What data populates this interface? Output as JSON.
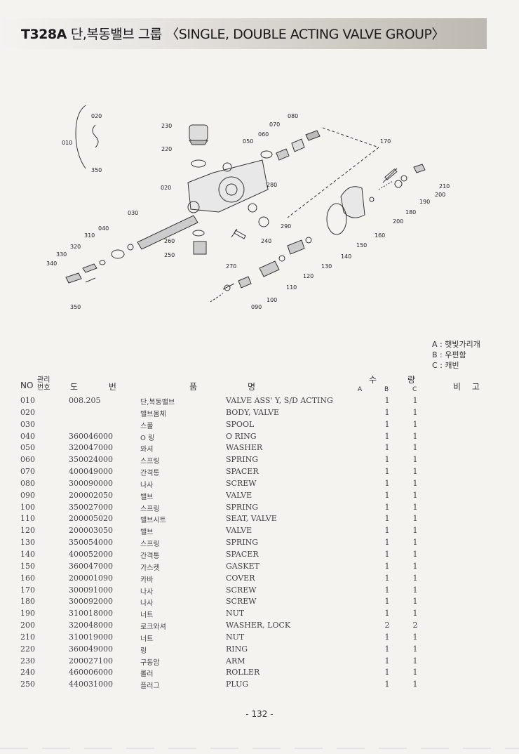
{
  "header": {
    "code": "T328A",
    "title": "단,복동밸브 그룹 〈SINGLE, DOUBLE ACTING VALVE GROUP〉"
  },
  "diagram": {
    "callouts": [
      "010",
      "020",
      "350",
      "230",
      "220",
      "020",
      "030",
      "040",
      "310",
      "320",
      "330",
      "340",
      "350",
      "260",
      "250",
      "270",
      "240",
      "290",
      "280",
      "050",
      "060",
      "070",
      "080",
      "170",
      "210",
      "200",
      "190",
      "180",
      "200",
      "160",
      "150",
      "140",
      "130",
      "120",
      "110",
      "100",
      "090"
    ],
    "icon": "exploded-valve-assembly-drawing"
  },
  "legend": {
    "a": "A : 햇빛가리개",
    "b": "B : 우편함",
    "c": "C : 캐빈"
  },
  "table": {
    "headers": {
      "no": "NO",
      "mgmt": "관리 번호",
      "drawing_no": "도 번",
      "name_left": "품",
      "name_right": "명",
      "qty": "수 량",
      "a": "A",
      "b": "B",
      "c": "C",
      "remarks": "비 고"
    },
    "rows": [
      {
        "no": "010",
        "part": "008.205",
        "kname": "단,복동밸브",
        "ename": "VALVE ASS' Y, S/D ACTING",
        "b": "1",
        "c": "1"
      },
      {
        "no": "020",
        "part": "",
        "kname": "밸브몸체",
        "ename": "BODY, VALVE",
        "b": "1",
        "c": "1"
      },
      {
        "no": "030",
        "part": "",
        "kname": "스풀",
        "ename": "SPOOL",
        "b": "1",
        "c": "1"
      },
      {
        "no": "040",
        "part": "360046000",
        "kname": "O 링",
        "ename": "O RING",
        "b": "1",
        "c": "1"
      },
      {
        "no": "050",
        "part": "320047000",
        "kname": "와셔",
        "ename": "WASHER",
        "b": "1",
        "c": "1"
      },
      {
        "no": "060",
        "part": "350024000",
        "kname": "스프링",
        "ename": "SPRING",
        "b": "1",
        "c": "1"
      },
      {
        "no": "070",
        "part": "400049000",
        "kname": "간격통",
        "ename": "SPACER",
        "b": "1",
        "c": "1"
      },
      {
        "no": "080",
        "part": "300090000",
        "kname": "나사",
        "ename": "SCREW",
        "b": "1",
        "c": "1"
      },
      {
        "no": "090",
        "part": "200002050",
        "kname": "밸브",
        "ename": "VALVE",
        "b": "1",
        "c": "1"
      },
      {
        "no": "100",
        "part": "350027000",
        "kname": "스프링",
        "ename": "SPRING",
        "b": "1",
        "c": "1"
      },
      {
        "no": "110",
        "part": "200005020",
        "kname": "밸브시트",
        "ename": "SEAT, VALVE",
        "b": "1",
        "c": "1"
      },
      {
        "no": "120",
        "part": "200003050",
        "kname": "밸브",
        "ename": "VALVE",
        "b": "1",
        "c": "1"
      },
      {
        "no": "130",
        "part": "350054000",
        "kname": "스프링",
        "ename": "SPRING",
        "b": "1",
        "c": "1"
      },
      {
        "no": "140",
        "part": "400052000",
        "kname": "간격통",
        "ename": "SPACER",
        "b": "1",
        "c": "1"
      },
      {
        "no": "150",
        "part": "360047000",
        "kname": "가스켓",
        "ename": "GASKET",
        "b": "1",
        "c": "1"
      },
      {
        "no": "160",
        "part": "200001090",
        "kname": "카바",
        "ename": "COVER",
        "b": "1",
        "c": "1"
      },
      {
        "no": "170",
        "part": "300091000",
        "kname": "나사",
        "ename": "SCREW",
        "b": "1",
        "c": "1"
      },
      {
        "no": "180",
        "part": "300092000",
        "kname": "나사",
        "ename": "SCREW",
        "b": "1",
        "c": "1"
      },
      {
        "no": "190",
        "part": "310018000",
        "kname": "너트",
        "ename": "NUT",
        "b": "1",
        "c": "1"
      },
      {
        "no": "200",
        "part": "320048000",
        "kname": "로크와셔",
        "ename": "WASHER, LOCK",
        "b": "2",
        "c": "2"
      },
      {
        "no": "210",
        "part": "310019000",
        "kname": "너트",
        "ename": "NUT",
        "b": "1",
        "c": "1"
      },
      {
        "no": "220",
        "part": "360049000",
        "kname": "링",
        "ename": "RING",
        "b": "1",
        "c": "1"
      },
      {
        "no": "230",
        "part": "200027100",
        "kname": "구동암",
        "ename": "ARM",
        "b": "1",
        "c": "1"
      },
      {
        "no": "240",
        "part": "460006000",
        "kname": "롤러",
        "ename": "ROLLER",
        "b": "1",
        "c": "1"
      },
      {
        "no": "250",
        "part": "440031000",
        "kname": "플러그",
        "ename": "PLUG",
        "b": "1",
        "c": "1"
      }
    ]
  },
  "page_number": "- 132 -"
}
